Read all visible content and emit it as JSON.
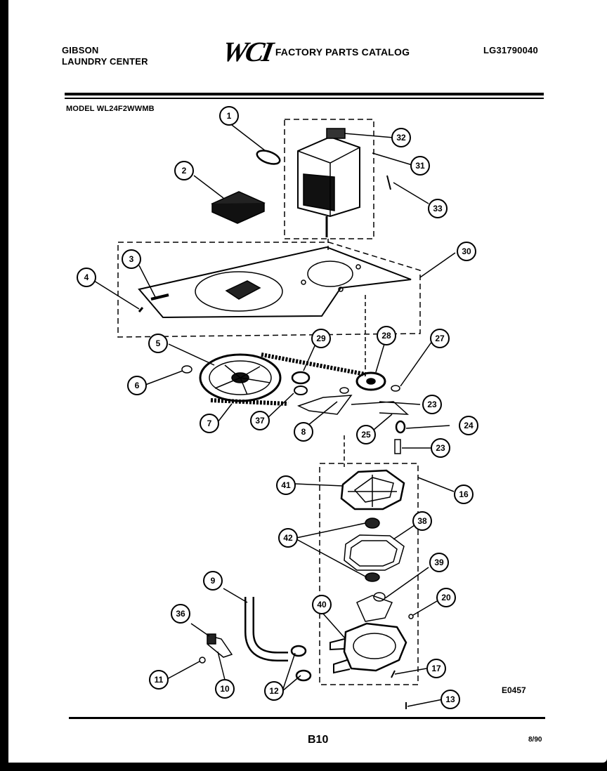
{
  "header": {
    "brand_line1": "GIBSON",
    "brand_line2": "LAUNDRY CENTER",
    "logo": "WCI",
    "catalog_title": "FACTORY PARTS CATALOG",
    "catalog_code": "LG31790040",
    "model": "MODEL WL24F2WWMB"
  },
  "callouts": [
    "1",
    "2",
    "3",
    "4",
    "5",
    "6",
    "7",
    "8",
    "9",
    "10",
    "11",
    "12",
    "13",
    "16",
    "17",
    "20",
    "23",
    "23",
    "24",
    "25",
    "27",
    "28",
    "29",
    "30",
    "31",
    "32",
    "33",
    "36",
    "37",
    "38",
    "39",
    "40",
    "41",
    "42"
  ],
  "footer": {
    "drawing_id": "E0457",
    "page": "B10",
    "date": "8/90"
  }
}
